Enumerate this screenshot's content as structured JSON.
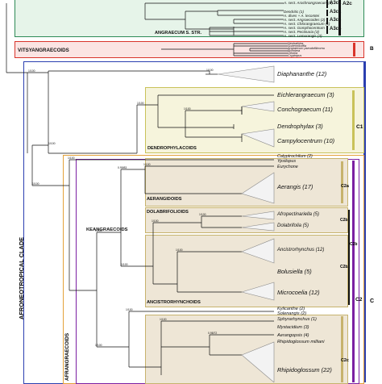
{
  "top_section": {
    "group_label": "ANGRAECUM S. STR.",
    "tips": [
      "A. sect. Arachnangraecum (6)",
      "Dendritic (1)",
      "A. dives + A. lecomtei",
      "A. sect. Angraecoides (2)",
      "A. sect. Chlorangraecum (1)",
      "A. sect. Gomphocentrum",
      "A. sect. Pectinaria (3)",
      "A. sect. Lemurangis (3)"
    ],
    "subclades": [
      "A3c1",
      "A3c2",
      "A3c3",
      "A3c4"
    ],
    "outer_subclade": "A2c"
  },
  "vitsyangraecoids": {
    "label": "VITSYANGRAECOIDS",
    "tips": [
      "Neobathiea",
      "Sobennikoffia",
      "Angraecum pseudofilicornu",
      "Bonniera",
      "Oeonia",
      "Cryptopus"
    ],
    "clade_letter": "B"
  },
  "labels": {
    "afronetropical": "AFRONEOTROPICAL CLADE",
    "afrangraecoids": "AFRANGRAECOIDS",
    "keangraecoids": "KEANGRAECOIDS",
    "clade_c": "C",
    "clade_c1": "C1",
    "clade_c2": "C2",
    "clade_c2a": "C2a",
    "clade_c2b1": "C2b1",
    "clade_c2b2": "C2b2",
    "clade_c2b": "C2b",
    "clade_c2c": "C2c"
  },
  "main_tips": {
    "diaphananthe": "Diaphananthe (12)",
    "eichlerangraecum": "Eichlerangraecum (3)",
    "conchoglossum": "Conchograecum (11)",
    "dendrophylax": "Dendrophylax (3)",
    "campylocentrum": "Campylocentrum (10)",
    "calyptrochilum": "Calyptrochilum (2)",
    "ypsilopus": "Ypsilopus",
    "eurychone": "Eurychone",
    "aerangis": "Aerangis (17)",
    "afropectinariella": "Afropectinariella (5)",
    "dolabrifolia": "Dolabrifolia (5)",
    "ancistrorhynchus": "Ancistrorhynchus (12)",
    "bolusiella": "Bolusiella (5)",
    "microcoelia": "Microcoelia (12)",
    "kylicanthe": "Kylicanthe (2)",
    "solenangis": "Solenangis (2)",
    "sphyrarhynchus": "Sphyrarhynchus (1)",
    "mystacidium": "Mystacidium (3)",
    "aerangopsis": "Aerangopsis (4)",
    "rhipidoglossum_milliani": "Rhipidoglossum milliani",
    "rhipidoglossum": "Rhipidoglossum (22)"
  },
  "group_names": {
    "dendrophylacoids": "DENDROPHYLACOIDS",
    "aerangidoids": "AERANGIDOIDS",
    "dolabrifolioids": "DOLABRIFOLIOIDS",
    "ancistrorhynchoids": "ANCISTRORHYNCHOIDS"
  },
  "node_supports": [
    "1/100",
    "1/100",
    "1/100",
    "1/100",
    "1/100",
    "1/100",
    "0.99/83",
    "1/100",
    "1/100",
    "1/100",
    "1/100",
    "1/100",
    "1/100",
    "1/100",
    "0.98/72",
    "1/100",
    "1/100",
    "1/100"
  ],
  "colors": {
    "green": "#2e8b57",
    "green_fill": "#e6f4e9",
    "red": "#d9342b",
    "red_fill": "#fbe4e3",
    "blue": "#2b3fb0",
    "purple": "#7b1fa2",
    "olive": "#c9c25a",
    "olive_fill": "#f6f4dc",
    "tan": "#c7b36d",
    "tan_fill": "#eee6d6",
    "gray_triangle": "#f3f3f3"
  }
}
